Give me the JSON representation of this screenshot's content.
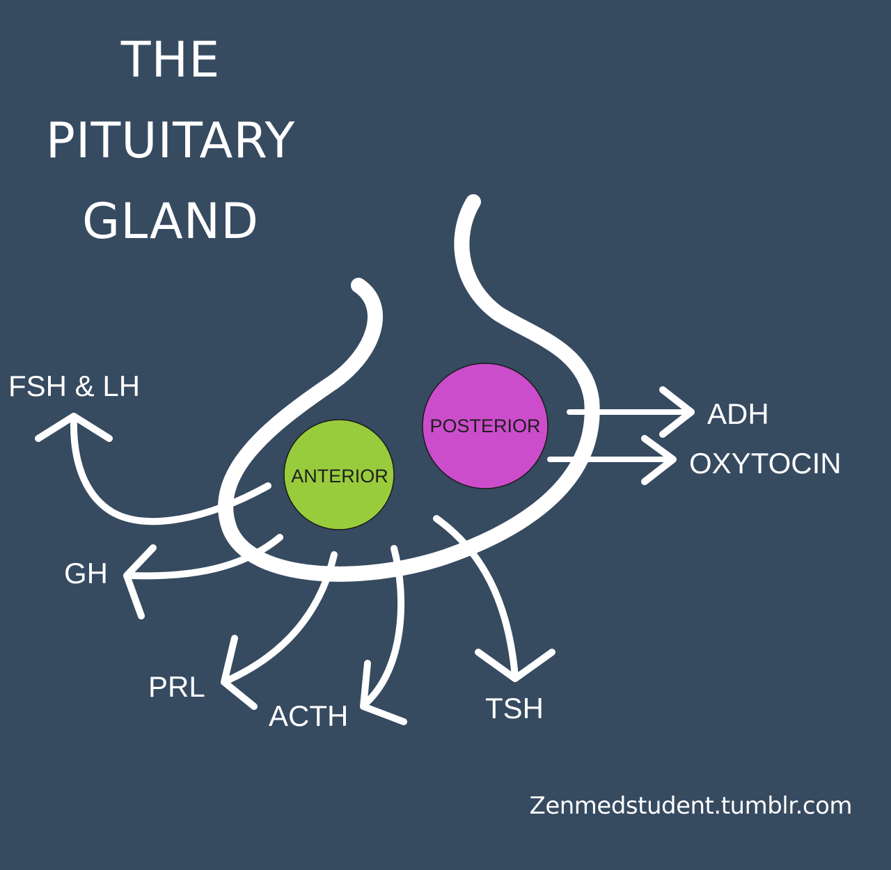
{
  "title": {
    "line1": "THE",
    "line2": "PITUITARY",
    "line3": "GLAND"
  },
  "lobes": {
    "anterior": {
      "label": "ANTERIOR",
      "color": "#99cc3d"
    },
    "posterior": {
      "label": "POSTERIOR",
      "color": "#cc4dcc"
    }
  },
  "hormones": {
    "fsh_lh": "FSH & LH",
    "gh": "GH",
    "prl": "PRL",
    "acth": "ACTH",
    "tsh": "TSH",
    "adh": "ADH",
    "oxytocin": "OXYTOCIN"
  },
  "credit": "Zenmedstudent.tumblr.com",
  "colors": {
    "background": "#364a60",
    "stroke": "#ffffff"
  }
}
